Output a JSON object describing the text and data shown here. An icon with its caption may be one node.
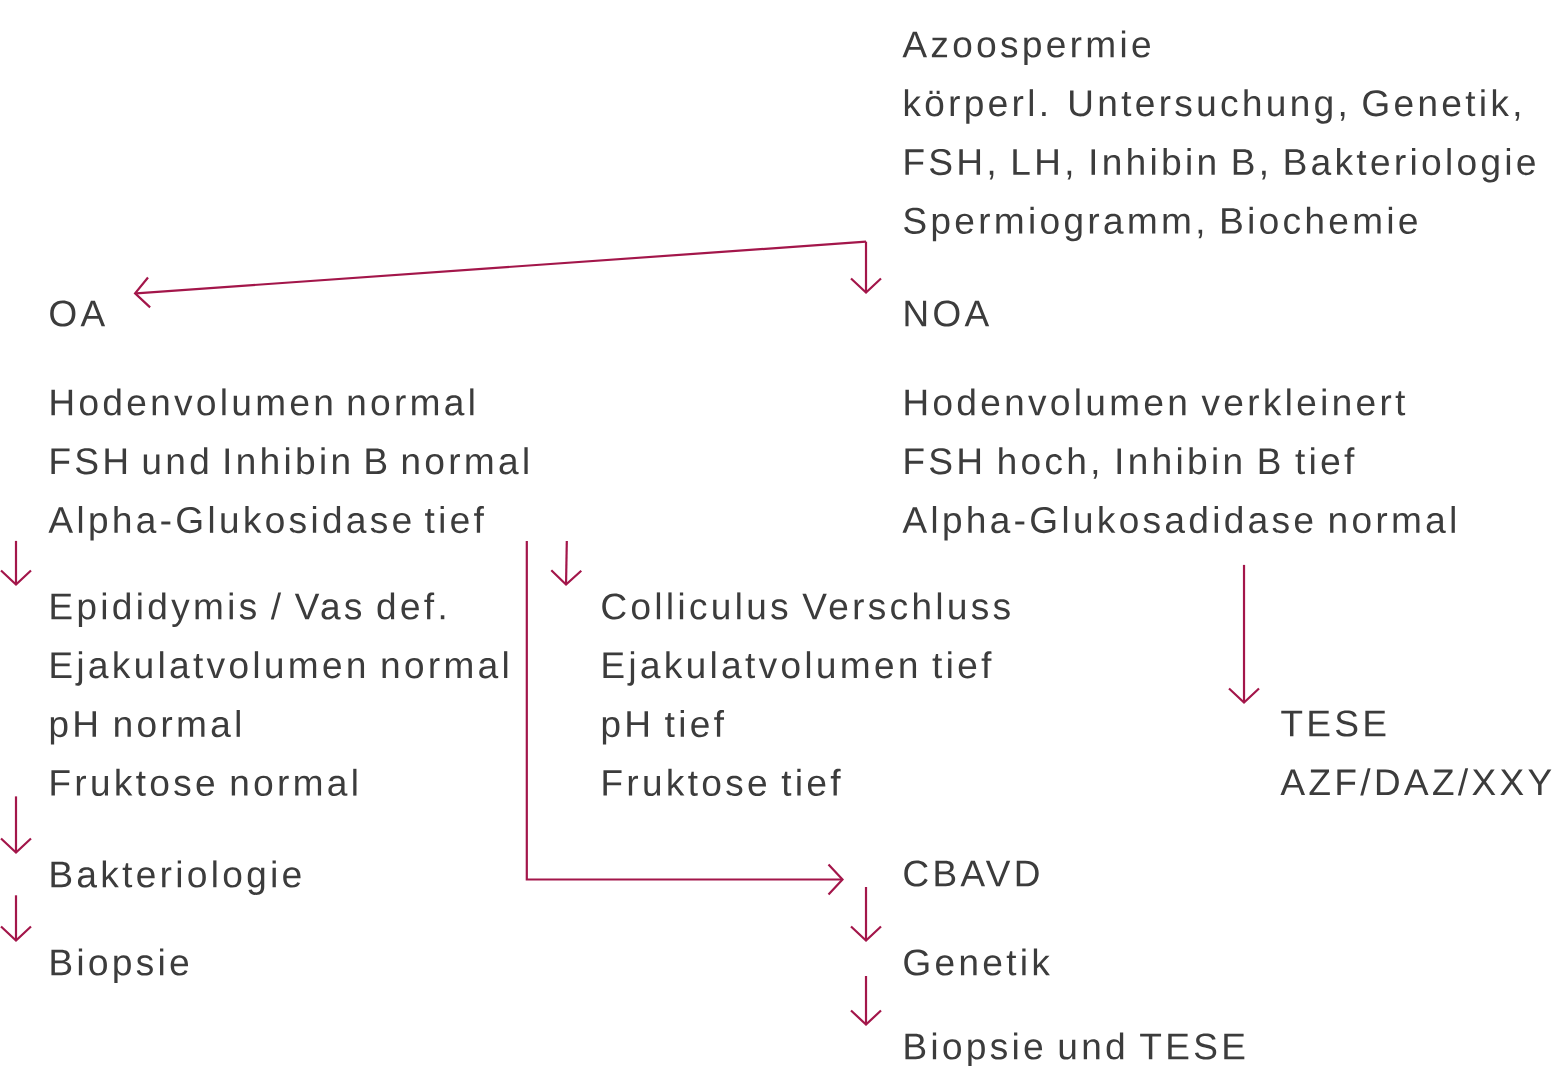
{
  "diagram": {
    "nodes": [
      {
        "text": [
          "Azoospermie",
          "körperl. Untersuchung, Genetik,",
          "FSH, LH, Inhibin B, Bakteriologie",
          "Spermiogramm, Biochemie"
        ]
      },
      {
        "text": [
          "OA"
        ]
      },
      {
        "text": [
          "Hodenvolumen normal",
          "FSH und Inhibin B normal",
          "Alpha-Glukosidase tief"
        ]
      },
      {
        "text": [
          "NOA"
        ]
      },
      {
        "text": [
          "Hodenvolumen verkleinert",
          "FSH hoch, Inhibin B tief",
          "Alpha-Glukosadidase normal"
        ]
      },
      {
        "text": [
          "Epididymis / Vas def.",
          "Ejakulatvolumen normal",
          "pH normal",
          "Fruktose normal"
        ]
      },
      {
        "text": [
          "Colliculus Verschluss",
          "Ejakulatvolumen tief",
          "pH tief",
          "Fruktose tief"
        ]
      },
      {
        "text": [
          "Bakteriologie"
        ]
      },
      {
        "text": [
          "Biopsie"
        ]
      },
      {
        "text": [
          "CBAVD"
        ]
      },
      {
        "text": [
          "Genetik"
        ]
      },
      {
        "text": [
          "Biopsie und TESE"
        ]
      },
      {
        "text": [
          "TESE",
          "AZF/DAZ/XXY"
        ]
      }
    ],
    "edges": [
      {
        "from": 0,
        "to": 1,
        "arrow": "to"
      },
      {
        "from": 0,
        "to": 3,
        "arrow": "to"
      },
      {
        "from": 2,
        "to": 5,
        "arrow": "to"
      },
      {
        "from": 2,
        "to": 6,
        "arrow": "to"
      },
      {
        "from": 2,
        "to": 9,
        "arrow": "to"
      },
      {
        "from": 5,
        "to": 7,
        "arrow": "to"
      },
      {
        "from": 7,
        "to": 8,
        "arrow": "to"
      },
      {
        "from": 9,
        "to": 10,
        "arrow": "to"
      },
      {
        "from": 10,
        "to": 11,
        "arrow": "to"
      },
      {
        "from": 4,
        "to": 12,
        "arrow": "to"
      }
    ]
  }
}
